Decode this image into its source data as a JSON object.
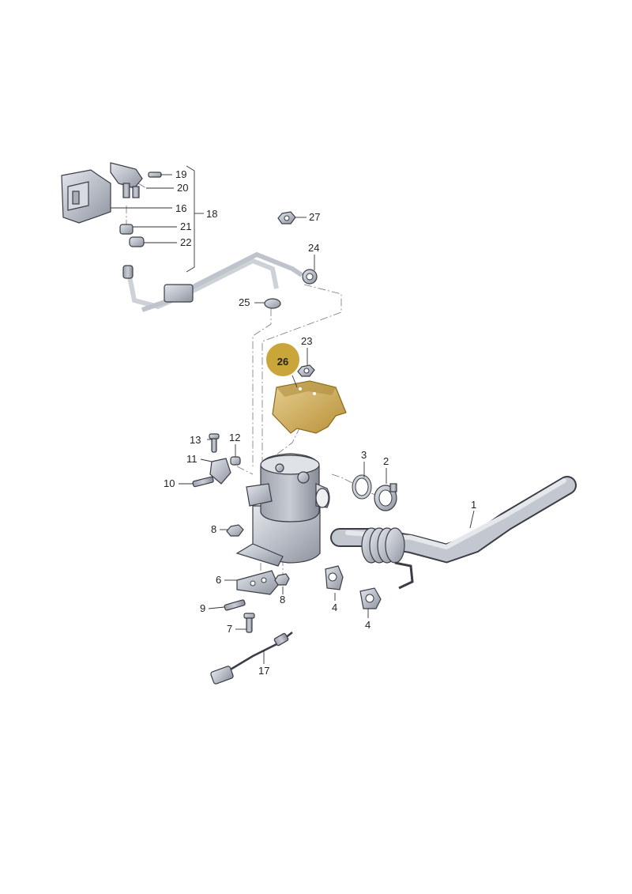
{
  "highlight": {
    "number": "26",
    "color": "#c9a53a",
    "text_color": "#ffffff"
  },
  "part_labels": {
    "p1": "1",
    "p2": "2",
    "p3": "3",
    "p4a": "4",
    "p4b": "4",
    "p6": "6",
    "p7": "7",
    "p8a": "8",
    "p8b": "8",
    "p9": "9",
    "p10": "10",
    "p11": "11",
    "p12": "12",
    "p13": "13",
    "p16": "16",
    "p17": "17",
    "p18": "18",
    "p19": "19",
    "p20": "20",
    "p21": "21",
    "p22": "22",
    "p23": "23",
    "p24": "24",
    "p25": "25",
    "p27": "27"
  },
  "colors": {
    "metal_light": "#c6cad2",
    "metal_dark": "#7d828d",
    "line": "#3a3d45",
    "highlight": "#c9a53a"
  }
}
